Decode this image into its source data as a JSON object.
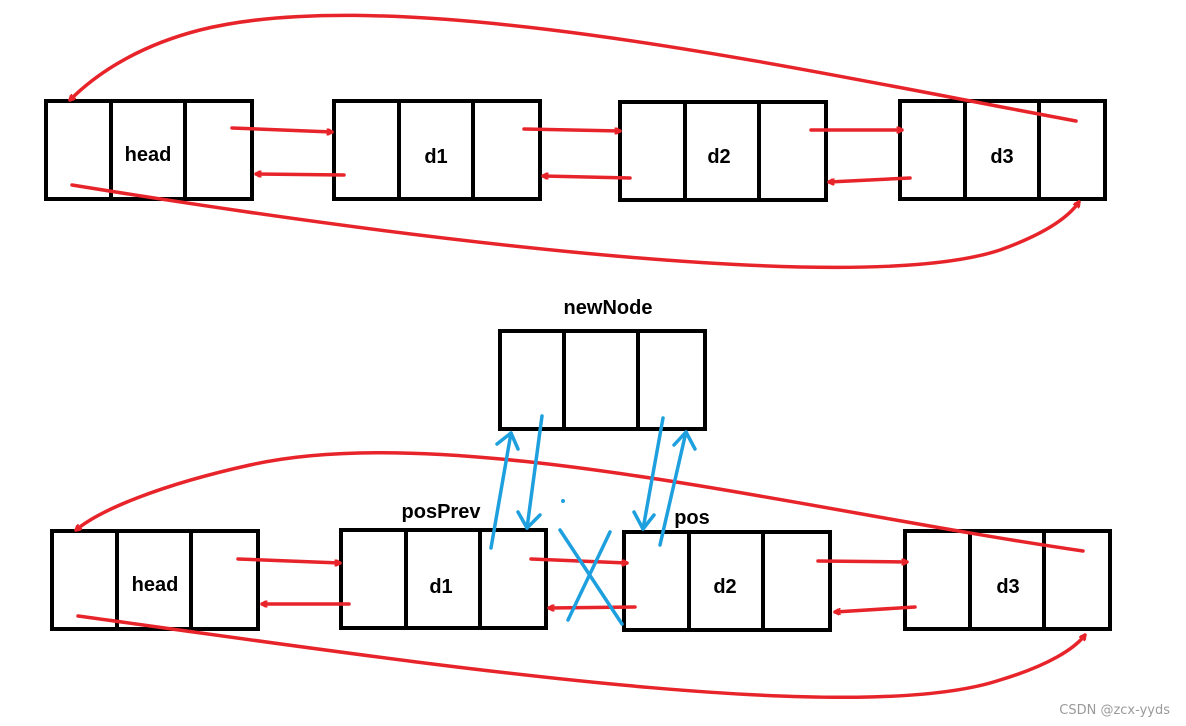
{
  "colors": {
    "node_stroke": "#000000",
    "link_red": "#e8242b",
    "link_blue": "#1ea0df"
  },
  "top_list": {
    "nodes": [
      {
        "label": "head"
      },
      {
        "label": "d1"
      },
      {
        "label": "d2"
      },
      {
        "label": "d3"
      }
    ]
  },
  "new_node": {
    "title": "newNode"
  },
  "bottom_list": {
    "nodes": [
      {
        "label": "head"
      },
      {
        "label": "d1",
        "tag": "posPrev"
      },
      {
        "label": "d2",
        "tag": "pos"
      },
      {
        "label": "d3"
      }
    ]
  },
  "watermark": "CSDN @zcx-yyds"
}
